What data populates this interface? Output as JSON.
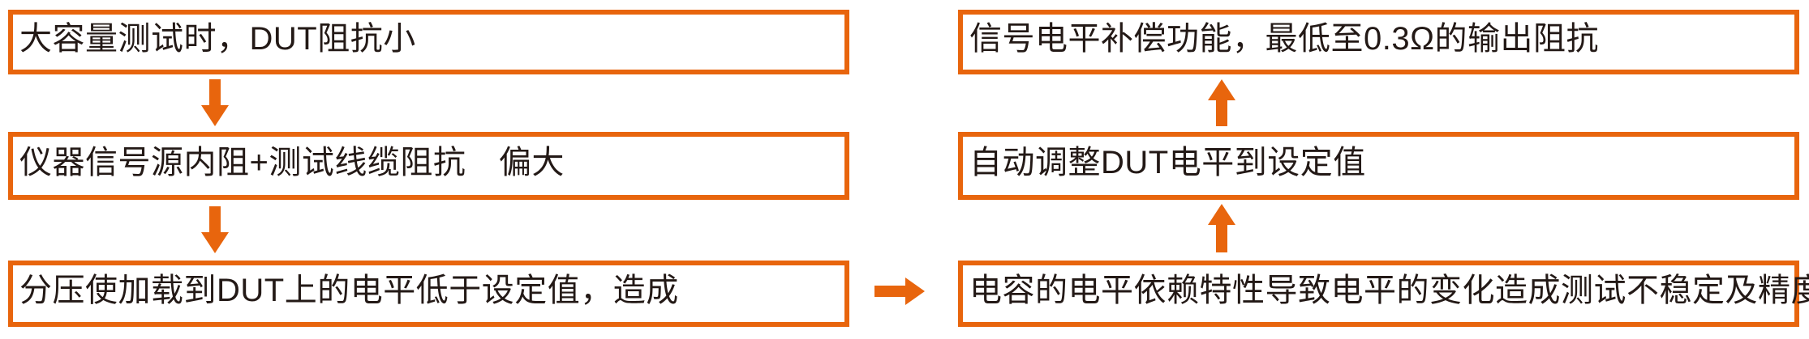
{
  "colors": {
    "accent": "#E8650D",
    "text": "#231916",
    "background": "#FFFFFF"
  },
  "diagram": {
    "type": "flowchart",
    "boxes": {
      "top_left": "大容量测试时，DUT阻抗小",
      "middle_left": "仪器信号源内阻+测试线缆阻抗　偏大",
      "bottom_left": "分压使加载到DUT上的电平低于设定值，造成",
      "top_right": "信号电平补偿功能，最低至0.3Ω的输出阻抗",
      "middle_right": "自动调整DUT电平到设定值",
      "bottom_right": "电容的电平依赖特性导致电平的变化造成测试不稳定及精度差"
    },
    "arrows": [
      {
        "from": "top_left",
        "to": "middle_left",
        "direction": "down"
      },
      {
        "from": "middle_left",
        "to": "bottom_left",
        "direction": "down"
      },
      {
        "from": "bottom_left",
        "to": "bottom_right",
        "direction": "right"
      },
      {
        "from": "bottom_right",
        "to": "middle_right",
        "direction": "up"
      },
      {
        "from": "middle_right",
        "to": "top_right",
        "direction": "up"
      }
    ]
  }
}
